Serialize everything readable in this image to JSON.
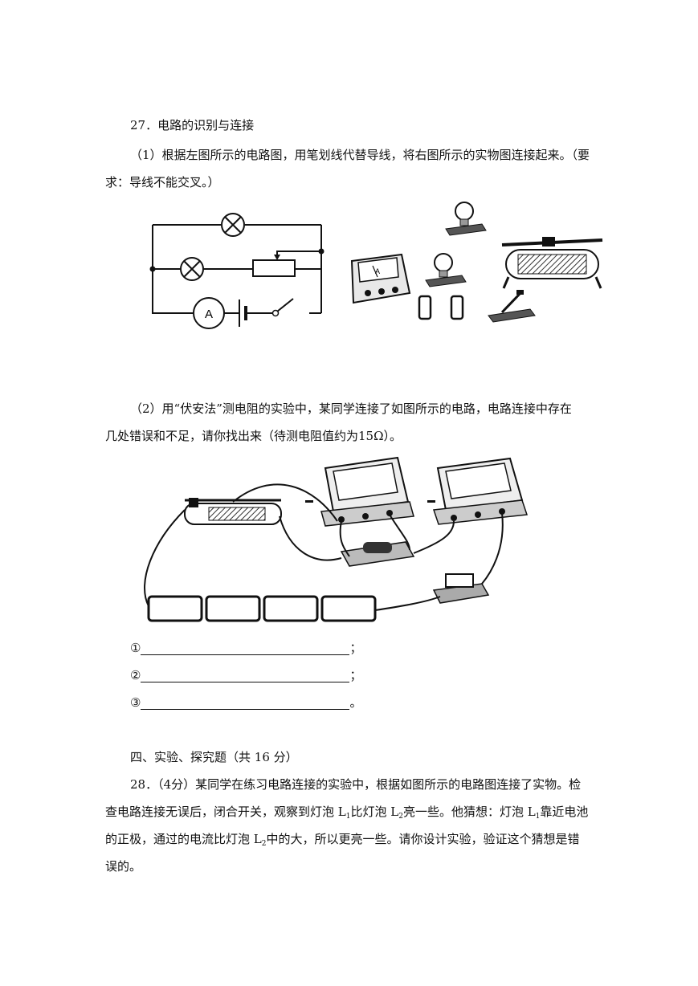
{
  "q27": {
    "title": "27．电路的识别与连接",
    "part1_line1": "（1）根据左图所示的电路图，用笔划线代替导线，将右图所示的实物图连接起来。（要",
    "part1_line2": "求：导线不能交叉。）",
    "ammeter_symbol": "A",
    "part2_line1": "（2）用“伏安法”测电阻的实验中，某同学连接了如图所示的电路，电路连接中存在",
    "part2_line2": "几处错误和不足，请你找出来（待测电阻值约为15Ω）。",
    "answers": [
      {
        "marker": "①",
        "end": "；"
      },
      {
        "marker": "②",
        "end": "；"
      },
      {
        "marker": "③",
        "end": "。"
      }
    ]
  },
  "section4": {
    "heading": "四、实验、探究题（共 16 分）"
  },
  "q28": {
    "line1": "28．（4分）某同学在练习电路连接的实验中，根据如图所示的电路图连接了实物。检",
    "line2_a": "查电路连接无误后，闭合开关，观察到灯泡 L",
    "sub1": "1",
    "line2_b": "比灯泡 L",
    "sub2": "2",
    "line2_c": "亮一些。他猜想：灯泡 L",
    "sub3": "1",
    "line2_d": "靠近电池",
    "line3_a": "的正极，通过的电流比灯泡 L",
    "sub4": "2",
    "line3_b": "中的大，所以更亮一些。请你设计实验，验证这个猜想是错",
    "line4": "误的。"
  }
}
